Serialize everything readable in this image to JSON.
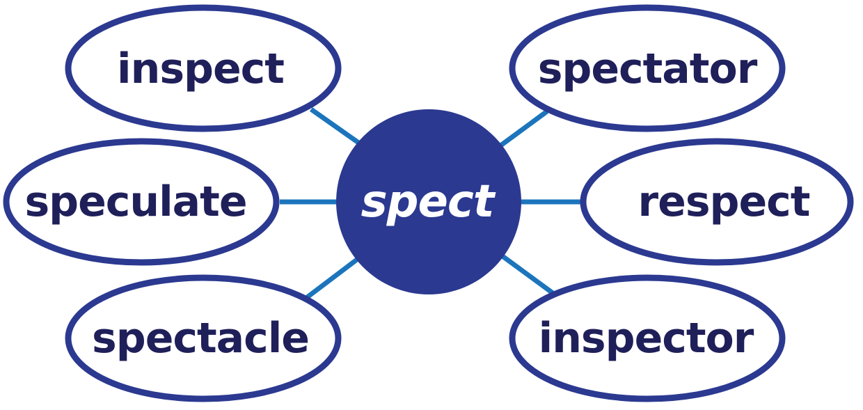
{
  "diagram": {
    "type": "word-web",
    "center": {
      "label": "spect"
    },
    "words": [
      {
        "label": "inspect"
      },
      {
        "label": "speculate"
      },
      {
        "label": "spectacle"
      },
      {
        "label": "spectator"
      },
      {
        "label": "respect"
      },
      {
        "label": "inspector"
      }
    ]
  },
  "colors": {
    "oval_stroke": "#2b3990",
    "hub_fill": "#2b3990",
    "connector_line": "#1c75bc",
    "word_text": "#1f1f5a",
    "hub_text": "#ffffff",
    "background": "#ffffff"
  }
}
